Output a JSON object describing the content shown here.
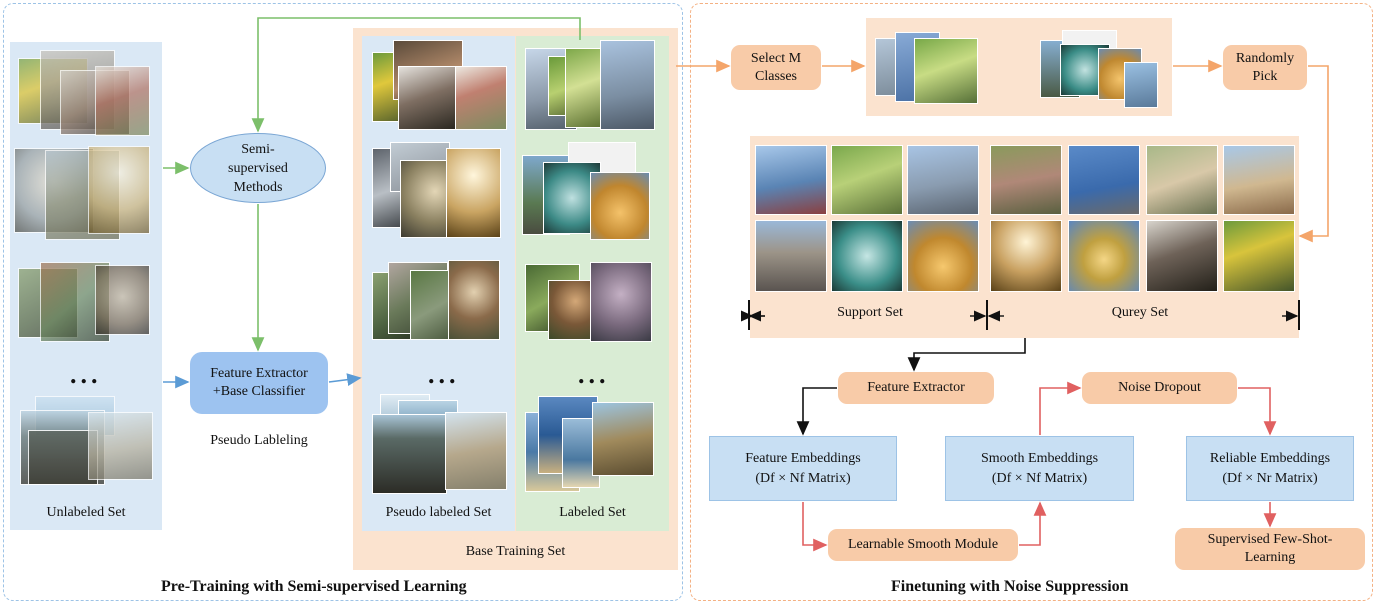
{
  "left_section": {
    "title": "Pre-Training with Semi-supervised Learning",
    "unlabeled_set": "Unlabeled Set",
    "semi_supervised": "Semi-supervised Methods",
    "feature_extractor_classifier": "Feature Extractor +Base Classifier",
    "pseudo_labeling": "Pseudo Lableling",
    "pseudo_labeled_set": "Pseudo labeled Set",
    "labeled_set": "Labeled Set",
    "base_training_set": "Base Training Set",
    "ellipsis": "..."
  },
  "right_section": {
    "title": "Finetuning with Noise Suppression",
    "select_m_classes": "Select M Classes",
    "randomly_pick": "Randomly Pick",
    "support_set": "Support Set",
    "query_set": "Qurey Set",
    "feature_extractor": "Feature Extractor",
    "noise_dropout": "Noise Dropout",
    "feature_embeddings": "Feature Embeddings",
    "feature_embeddings_matrix": "(Df × Nf Matrix)",
    "smooth_embeddings": "Smooth Embeddings",
    "smooth_embeddings_matrix": "(Df × Nf Matrix)",
    "reliable_embeddings": "Reliable Embeddings",
    "reliable_embeddings_matrix": "(Df × Nr Matrix)",
    "learnable_smooth_module": "Learnable Smooth Module",
    "supervised_fsl": "Supervised Few-Shot-Learning"
  },
  "colors": {
    "blue_panel": "#dae8f5",
    "green_panel": "#d9ecd4",
    "orange_panel": "#fbe3cf",
    "orange_arrow": "#f4a56a",
    "green_arrow": "#7cbf6a",
    "blue_arrow": "#5b9bd5",
    "red_arrow": "#e06060",
    "black_arrow": "#111111"
  }
}
